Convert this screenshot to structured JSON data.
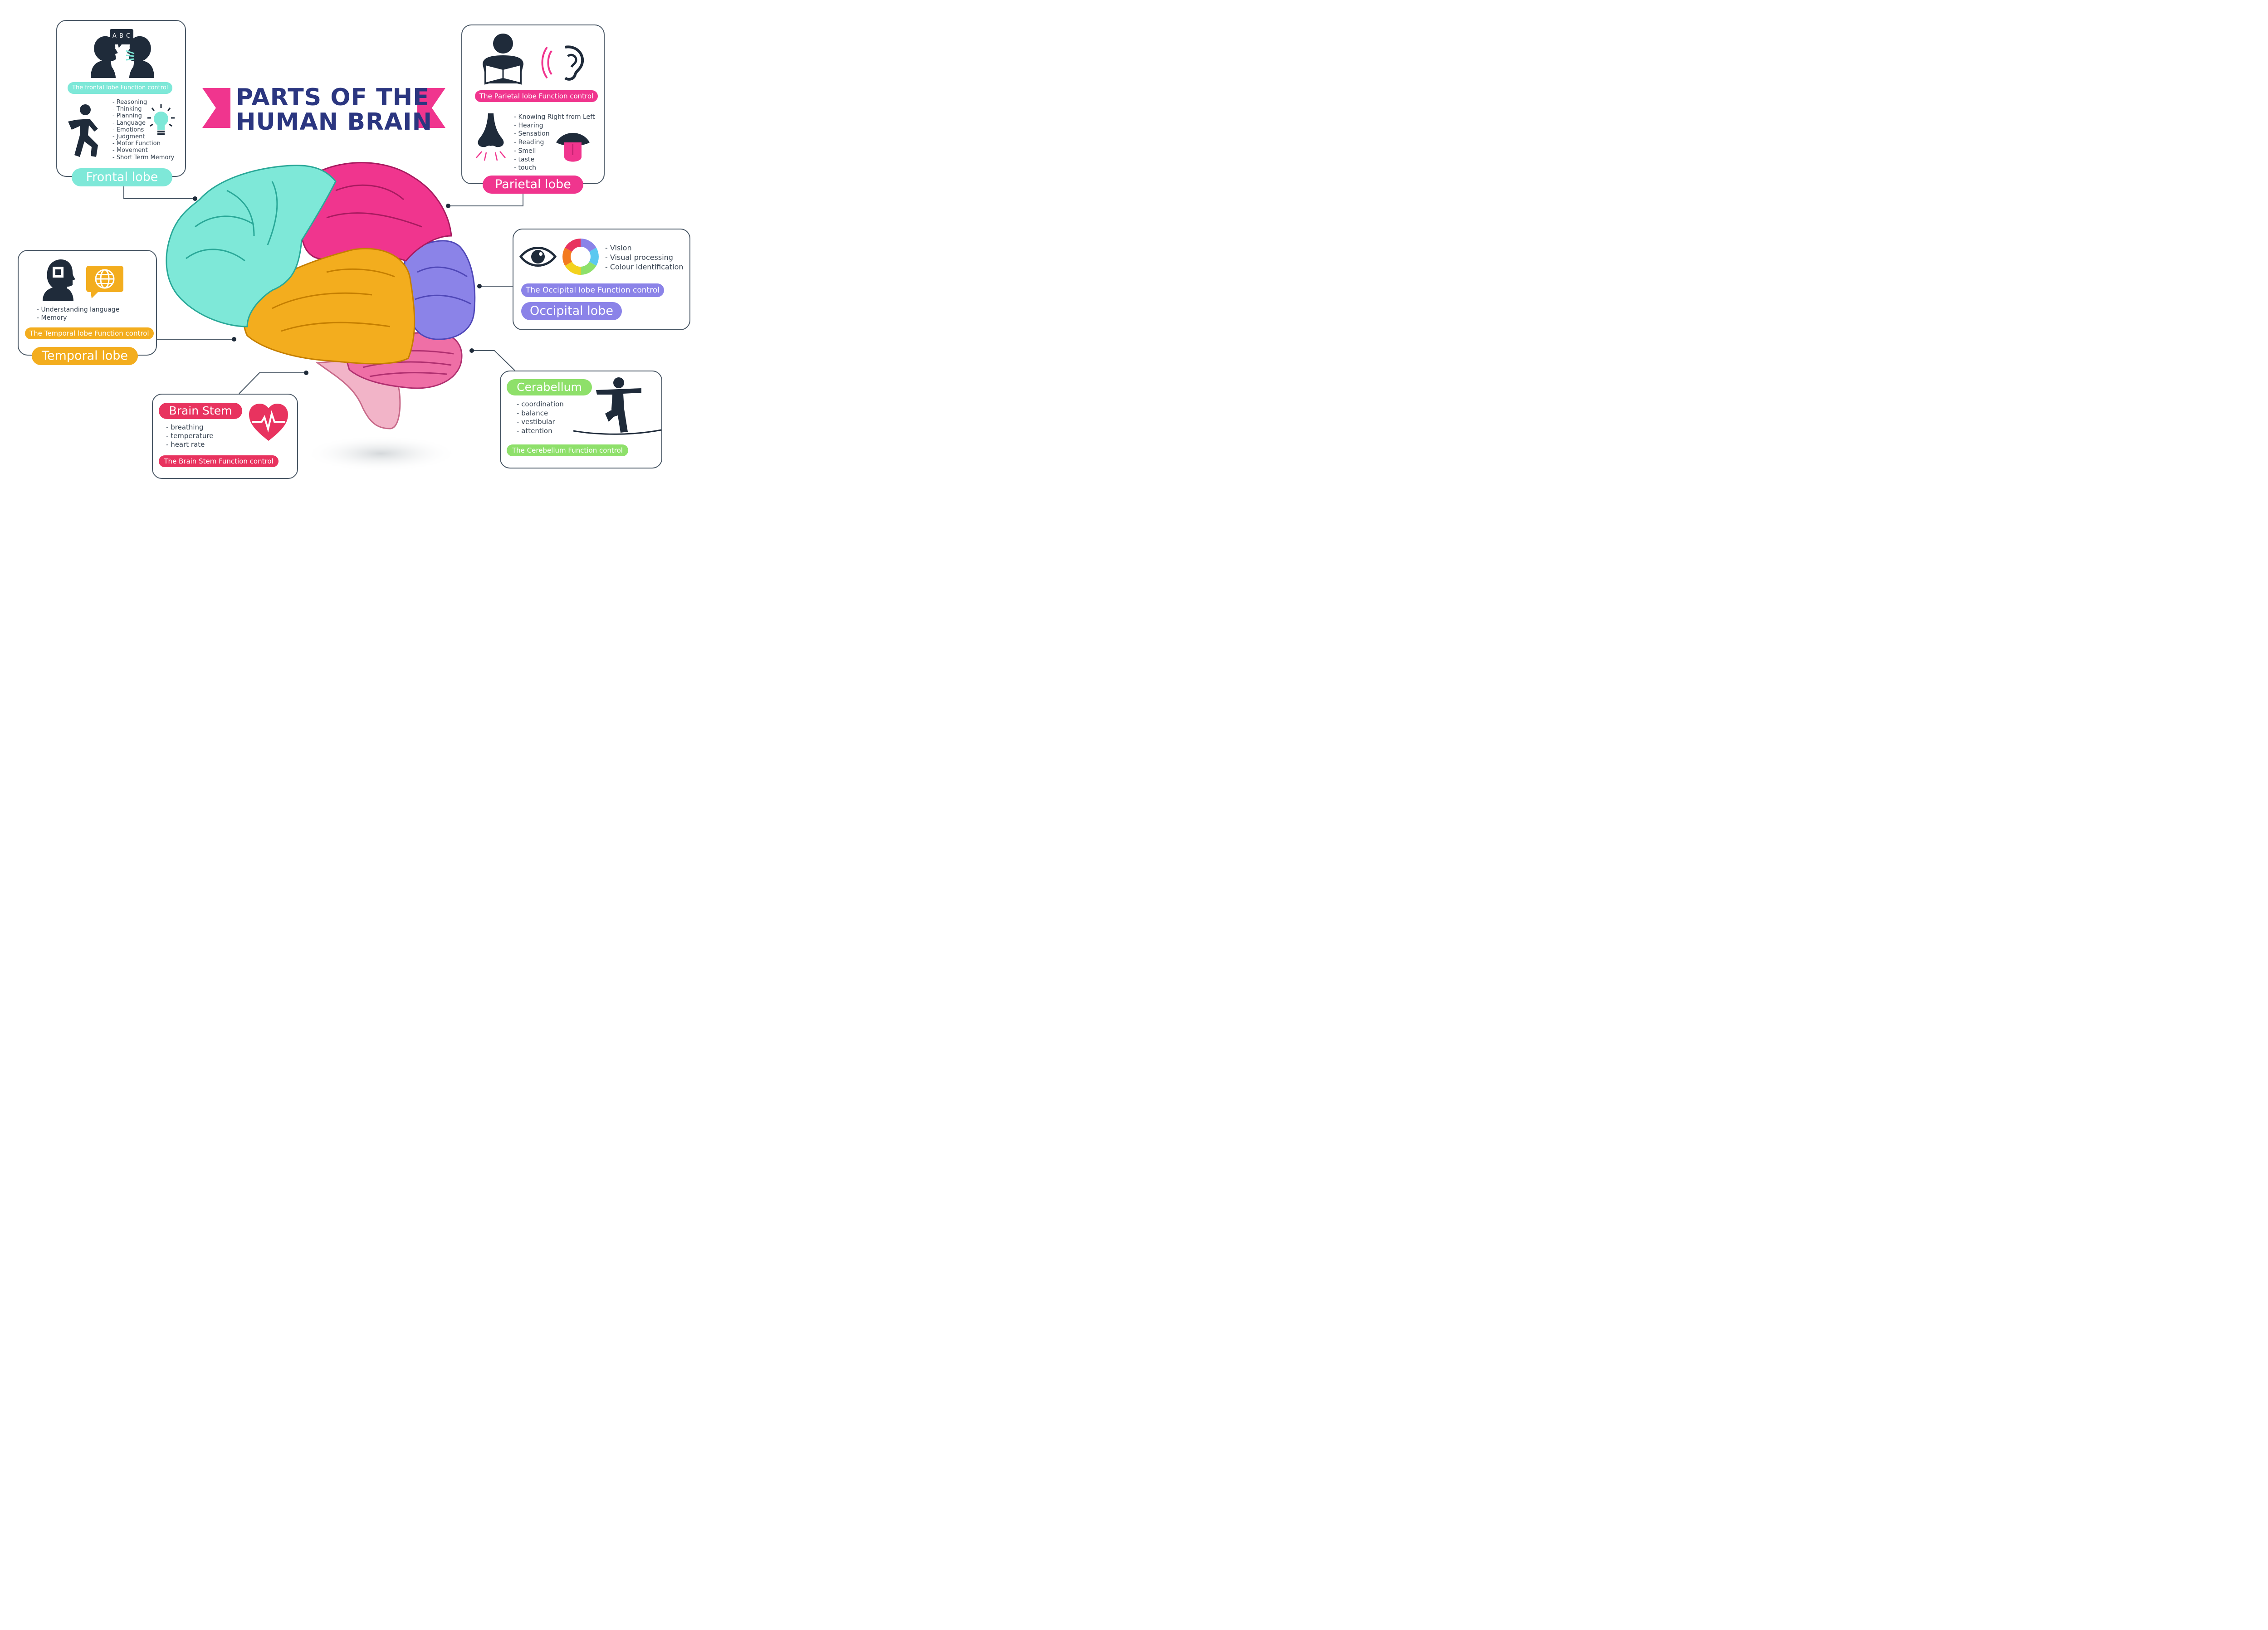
{
  "title": {
    "line1": "PARTS OF THE",
    "line2": "HUMAN BRAIN"
  },
  "colors": {
    "frontal": "#7ee8d8",
    "parietal": "#f0358e",
    "temporal": "#f3ad1e",
    "occipital": "#8b83e8",
    "cerebellum": "#8ee06a",
    "brainstem": "#e8335f",
    "navy": "#2b3680",
    "dark": "#1f2b3a"
  },
  "frontal": {
    "speech_letters": "A B C",
    "function_label": "The frontal lobe Function control",
    "items": [
      "Reasoning",
      "Thinking",
      "Planning",
      "Language",
      "Emotions",
      "Judgment",
      "Motor Function",
      "Movement",
      "Short Term Memory"
    ],
    "name": "Frontal lobe",
    "icons": [
      "talking-heads-icon",
      "running-person-icon",
      "lightbulb-icon"
    ]
  },
  "parietal": {
    "function_label": "The Parietal lobe Function control",
    "items": [
      "Knowing Right from Left",
      "Hearing",
      "Sensation",
      "Reading",
      "Smell",
      "taste",
      "touch"
    ],
    "name": "Parietal lobe",
    "icons": [
      "reading-person-icon",
      "ear-icon",
      "nose-icon",
      "tongue-icon"
    ]
  },
  "temporal": {
    "items": [
      "Understanding language",
      "Memory"
    ],
    "function_label": "The Temporal lobe Function control",
    "name": "Temporal lobe",
    "icons": [
      "head-memory-icon",
      "globe-chat-icon"
    ]
  },
  "occipital": {
    "items": [
      "Vision",
      "Visual processing",
      "Colour identification"
    ],
    "function_label": "The Occipital lobe Function control",
    "name": "Occipital lobe",
    "icons": [
      "eye-icon",
      "color-wheel-icon"
    ]
  },
  "brainstem": {
    "name": "Brain Stem",
    "items": [
      "breathing",
      "temperature",
      "heart rate"
    ],
    "function_label": "The Brain Stem Function control",
    "icons": [
      "heartbeat-icon"
    ]
  },
  "cerebellum": {
    "name": "Cerabellum",
    "items": [
      "coordination",
      "balance",
      "vestibular",
      "attention"
    ],
    "function_label": "The Cerebellum Function control",
    "icons": [
      "balance-person-icon"
    ]
  }
}
